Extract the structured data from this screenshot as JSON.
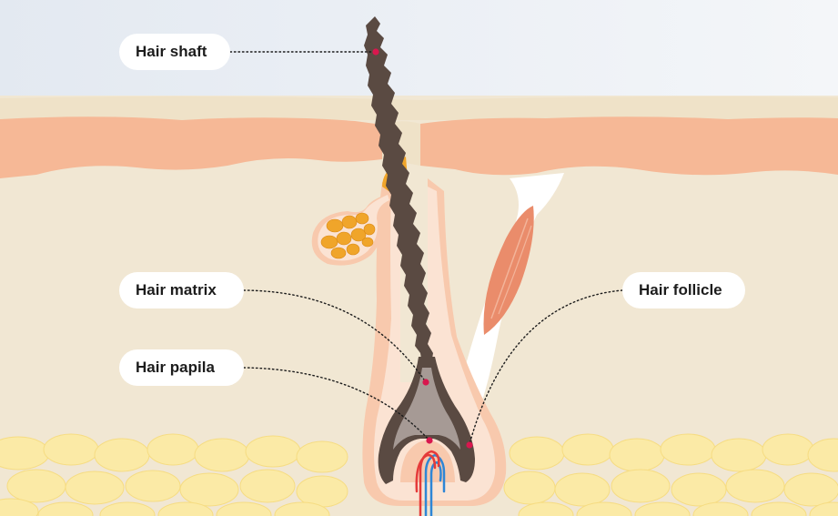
{
  "labels": {
    "hair_shaft": "Hair shaft",
    "hair_matrix": "Hair matrix",
    "hair_papila": "Hair papila",
    "hair_follicle": "Hair follicle"
  },
  "colors": {
    "sky": "#e6ecf3",
    "skin_dermis": "#f1e7d3",
    "epidermis": "#f6b896",
    "hair": "#5a4a42",
    "follicle_sheath": "#f8c9ad",
    "sebaceous_gland": "#f0a52a",
    "muscle": "#ea8c6b",
    "fat": "#fbeaa6",
    "marker": "#d8174e",
    "artery": "#e53a3a",
    "vein": "#2e86d6"
  }
}
